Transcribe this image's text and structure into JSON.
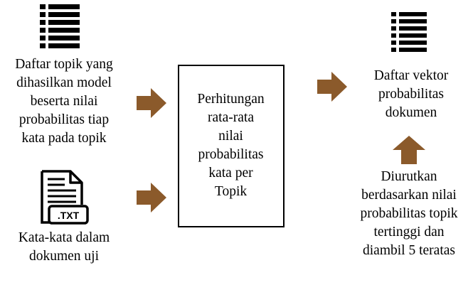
{
  "input_topics": {
    "icon": "list-icon",
    "lines": [
      "Daftar topik yang",
      "dihasilkan model",
      "beserta nilai",
      "probabilitas tiap",
      "kata pada topik"
    ]
  },
  "input_document": {
    "icon": "txt-file-icon",
    "icon_label": ".TXT",
    "lines": [
      "Kata-kata dalam",
      "dokumen uji"
    ]
  },
  "process": {
    "lines": [
      "Perhitungan",
      "rata-rata",
      "nilai",
      "probabilitas",
      "kata per",
      "Topik"
    ]
  },
  "output": {
    "icon": "list-icon",
    "lines": [
      "Daftar vektor",
      "probabilitas",
      "dokumen"
    ]
  },
  "sorting": {
    "lines": [
      "Diurutkan",
      "berdasarkan nilai",
      "probabilitas topik",
      "tertinggi dan",
      "diambil 5 teratas"
    ]
  },
  "colors": {
    "arrow": "#8B5A2B",
    "line": "#000000"
  }
}
